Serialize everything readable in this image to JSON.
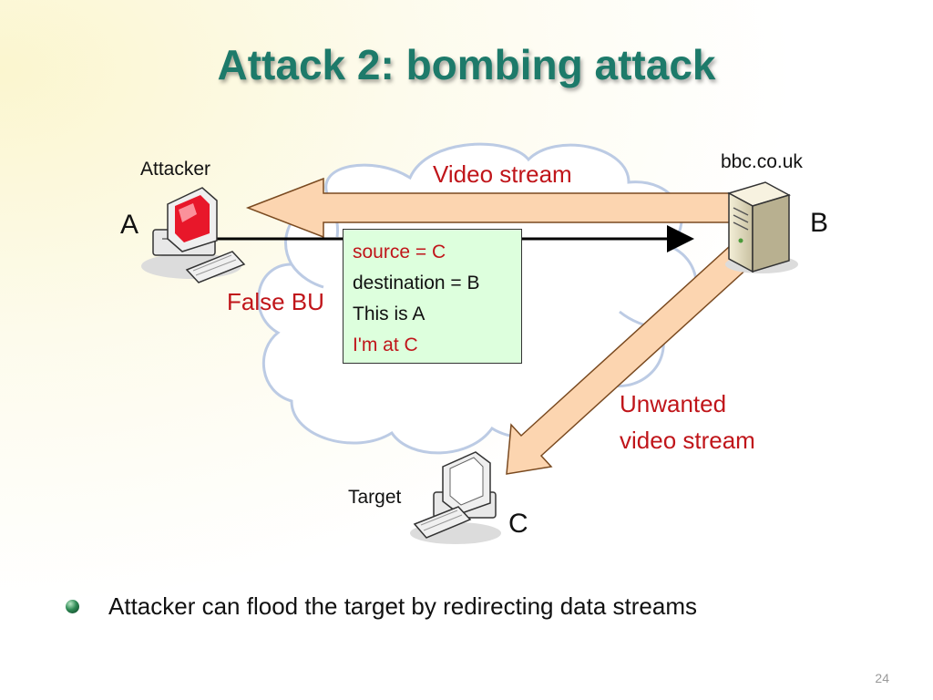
{
  "title": "Attack 2: bombing attack",
  "nodes": {
    "a": {
      "role": "Attacker",
      "letter": "A"
    },
    "b": {
      "host": "bbc.co.uk",
      "letter": "B"
    },
    "c": {
      "role": "Target",
      "letter": "C"
    }
  },
  "arrows": {
    "video_stream": "Video stream",
    "false_bu": "False BU",
    "unwanted_line1": "Unwanted",
    "unwanted_line2": "video stream"
  },
  "message": {
    "line1": "source = C",
    "line2": "destination = B",
    "line3": "This is A",
    "line4": "I'm at C"
  },
  "bullets": [
    "Attacker can flood the target by redirecting data streams"
  ],
  "page_number": "24",
  "colors": {
    "title": "#1d7a6a",
    "accent_red": "#c0151a",
    "arrow_fill": "#fcd5b0",
    "arrow_stroke": "#7a4a20",
    "cloud_stroke": "#bccbe4",
    "message_bg": "#ddffdd"
  },
  "icons": {
    "attacker": "computer-red-screen-icon",
    "server": "server-tower-icon",
    "target": "computer-icon",
    "bullet": "green-sphere-bullet-icon"
  }
}
